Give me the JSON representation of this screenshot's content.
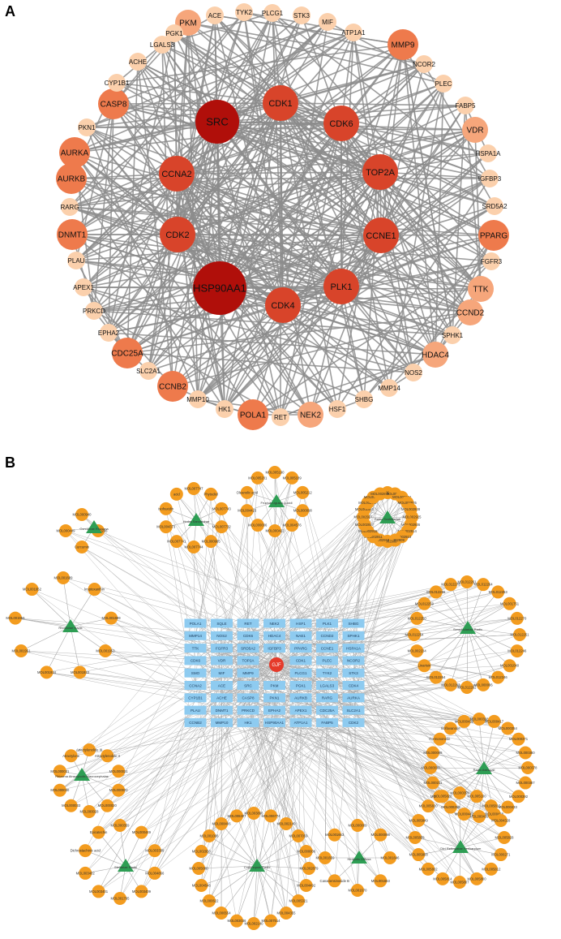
{
  "panel_a": {
    "label": "A",
    "colors": {
      "edge": "#8c8c8c",
      "dark": "#b00f0a",
      "mid_dark": "#d8442a",
      "mid": "#ee7a4c",
      "light": "#f6a67b",
      "pale": "#fbd0ac",
      "text": "#111111"
    },
    "nodes": [
      {
        "label": "HSP90AA1",
        "level": "dark"
      },
      {
        "label": "SRC",
        "level": "dark"
      },
      {
        "label": "CDK1",
        "level": "mid_dark"
      },
      {
        "label": "CDK6",
        "level": "mid_dark"
      },
      {
        "label": "CCNA2",
        "level": "mid_dark"
      },
      {
        "label": "TOP2A",
        "level": "mid_dark"
      },
      {
        "label": "CDK2",
        "level": "mid_dark"
      },
      {
        "label": "CCNE1",
        "level": "mid_dark"
      },
      {
        "label": "PLK1",
        "level": "mid_dark"
      },
      {
        "label": "CDK4",
        "level": "mid_dark"
      },
      {
        "label": "PKM",
        "level": "light"
      },
      {
        "label": "ACE",
        "level": "pale"
      },
      {
        "label": "TYK2",
        "level": "pale"
      },
      {
        "label": "PLCG1",
        "level": "pale"
      },
      {
        "label": "STK3",
        "level": "pale"
      },
      {
        "label": "MIF",
        "level": "pale"
      },
      {
        "label": "ATP1A1",
        "level": "pale"
      },
      {
        "label": "MMP9",
        "level": "mid"
      },
      {
        "label": "NCOR2",
        "level": "pale"
      },
      {
        "label": "PLEC",
        "level": "pale"
      },
      {
        "label": "FABP5",
        "level": "pale"
      },
      {
        "label": "VDR",
        "level": "light"
      },
      {
        "label": "HSPA1A",
        "level": "pale"
      },
      {
        "label": "IGFBP3",
        "level": "pale"
      },
      {
        "label": "SRD5A2",
        "level": "pale"
      },
      {
        "label": "PPARG",
        "level": "mid"
      },
      {
        "label": "FGFR3",
        "level": "pale"
      },
      {
        "label": "TTK",
        "level": "light"
      },
      {
        "label": "CCND2",
        "level": "light"
      },
      {
        "label": "SPHK1",
        "level": "pale"
      },
      {
        "label": "HDAC4",
        "level": "light"
      },
      {
        "label": "NOS2",
        "level": "pale"
      },
      {
        "label": "MMP14",
        "level": "pale"
      },
      {
        "label": "SHBG",
        "level": "pale"
      },
      {
        "label": "HSF1",
        "level": "pale"
      },
      {
        "label": "NEK2",
        "level": "light"
      },
      {
        "label": "RET",
        "level": "pale"
      },
      {
        "label": "POLA1",
        "level": "mid"
      },
      {
        "label": "HK1",
        "level": "pale"
      },
      {
        "label": "MMP10",
        "level": "pale"
      },
      {
        "label": "CCNB2",
        "level": "mid"
      },
      {
        "label": "SLC2A1",
        "level": "pale"
      },
      {
        "label": "CDC25A",
        "level": "mid"
      },
      {
        "label": "EPHA2",
        "level": "pale"
      },
      {
        "label": "PRKCD",
        "level": "pale"
      },
      {
        "label": "APEX1",
        "level": "pale"
      },
      {
        "label": "PLAU",
        "level": "pale"
      },
      {
        "label": "DNMT1",
        "level": "mid"
      },
      {
        "label": "RARG",
        "level": "pale"
      },
      {
        "label": "AURKB",
        "level": "mid"
      },
      {
        "label": "AURKA",
        "level": "mid"
      },
      {
        "label": "PKN1",
        "level": "pale"
      },
      {
        "label": "CASP8",
        "level": "mid"
      },
      {
        "label": "CYP1B1",
        "level": "pale"
      },
      {
        "label": "ACHE",
        "level": "pale"
      },
      {
        "label": "LGALS3",
        "level": "pale"
      },
      {
        "label": "PGK1",
        "level": "pale"
      }
    ]
  },
  "panel_b": {
    "label": "B",
    "colors": {
      "edge": "#a8a8a8",
      "compound": "#f39c1f",
      "herb": "#2e9e54",
      "target": "#8ecbf0",
      "target_text": "#1a3a5a",
      "center": "#e53a2a",
      "text": "#333333"
    },
    "center_label": "GJF",
    "targets": [
      [
        "POLA1",
        "SQLE",
        "RET",
        "NEK2",
        "HSF1",
        "PLK1",
        "SHBG"
      ],
      [
        "MMP14",
        "NOS2",
        "CDK6",
        "HDAC4",
        "NAE1",
        "CCND2",
        "SPHK1"
      ],
      [
        "TTK",
        "FGFR3",
        "SRD5A2",
        "IGFBP3",
        "PPARG",
        "CCNE1",
        "HSPA1A"
      ],
      [
        "CDK6",
        "VDR",
        "TOP2A",
        "",
        "CDK1",
        "PLEC",
        "NCOR2"
      ],
      [
        "SMO",
        "MIF",
        "MMP9",
        "",
        "PLCG1",
        "TYK2",
        "STK3"
      ],
      [
        "CCNA2",
        "ACE",
        "SRC",
        "PKM",
        "PGK1",
        "LGALS3",
        "CDK4"
      ],
      [
        "CYP1B1",
        "ACHE",
        "CASP8",
        "PKN1",
        "AURKB",
        "RARG",
        "AURKA"
      ],
      [
        "PLAU",
        "DNMT1",
        "PRKCD",
        "EPHA2",
        "APEX1",
        "CDC25A",
        "SLC2A1"
      ],
      [
        "CCNB2",
        "MMP10",
        "HK1",
        "HSP90AA1",
        "ATP1A1",
        "FABP5",
        "CDK2"
      ]
    ],
    "herbs": [
      {
        "name": "Curcumae Rhizoma",
        "compounds": [
          "MOL000940",
          "MOL000296",
          "Curcumin",
          "MOL000449"
        ]
      },
      {
        "name": "Herba Sarcandrae",
        "compounds": [
          "MOL007747",
          "Phytodiol",
          "MOL007743",
          "MOL007732",
          "MOL000985",
          "MOL007744",
          "MOL007741",
          "MOL004373",
          "isofraxidin",
          "acid"
        ]
      },
      {
        "name": "Fructus Ligustri Lucidi",
        "compounds": [
          "MOL005190",
          "MOL005189",
          "MOL005212",
          "MOL000098",
          "MOL004576",
          "MOL000422",
          "MOL000006",
          "MOL004425",
          "Oleanolic acid",
          "MOL005201"
        ]
      },
      {
        "name": "Radix Scutellariae",
        "compounds": [
          "MOL001689",
          "MOL002932",
          "MOL002934",
          "MOL002935",
          "MOL002928",
          "MOL002925",
          "MOL002926",
          "MOL002914",
          "MOL002913",
          "MOL002909",
          "MOL002908",
          "MOL002910",
          "MOL002911",
          "MOL002915",
          "MOL002917",
          "MOL002927",
          "MOL002933",
          "MOL002937",
          "MOL001490",
          "MOL002879"
        ]
      },
      {
        "name": "Rhodiolae Radix",
        "compounds": [
          "MOL001689",
          "kryptoxanthin",
          "MOL001699",
          "MOL001953",
          "MOL001933",
          "MOL001934",
          "MOL001951",
          "MOL001955",
          "MOL001952"
        ]
      },
      {
        "name": "Scrophulariae Radix",
        "compounds": [
          "MOL012261",
          "MOL012264",
          "MOL012253",
          "MOL001751",
          "MOL012270",
          "MOL012251",
          "MOL012246",
          "MOL001040",
          "MOL012246",
          "MOL000006",
          "MOL012282",
          "MOL012263",
          "MOL012264",
          "Linarisin",
          "MOL002234",
          "MOL012254",
          "MOL012250",
          "MOL012259",
          "MOL012286",
          "MOL012273"
        ]
      },
      {
        "name": "Rhizoma Atractylodis Macrocephalae",
        "compounds": [
          "Atractylenolide III",
          "Atractylenolide II",
          "MOL000021",
          "MOL000022",
          "MOL000020",
          "MOL000028",
          "MOL000033",
          "MOL000030",
          "MOL000031",
          "Atractylone"
        ]
      },
      {
        "name": "Radix Astragali",
        "compounds": [
          "MOL000398",
          "MOL000417",
          "MOL000354",
          "MOL000371",
          "MOL000380",
          "MOL000378",
          "MOL000387",
          "MOL000392",
          "MOL000433",
          "MOL000438",
          "MOL000439",
          "MOL000442",
          "MOL000296",
          "MOL000239",
          "MOL000211",
          "MOL000033",
          "MOL000098",
          "Formononetin",
          "Isoflavanone",
          "MOL000439"
        ]
      },
      {
        "name": "Stellariae Radix",
        "compounds": [
          "MOL000359",
          "MOL000449",
          "MOL003398",
          "MOL004866",
          "MOL003409",
          "MOL001795",
          "MOL003401",
          "MOL003402",
          "Dichrostachinic acid",
          "Epicatechin"
        ]
      },
      {
        "name": "Codonopsis Radix",
        "compounds": [
          "MOL003896",
          "MOL006774",
          "MOL002140",
          "MOL007059",
          "MOL000006",
          "MOL002879",
          "MOL004492",
          "MOL005321",
          "MOL004355",
          "MOL007514",
          "MOL002140",
          "MOL003036",
          "MOL006554",
          "MOL000622",
          "MOL004546",
          "MOL005000",
          "MOL002950",
          "MOL001006",
          "MOL008406",
          "MOL008407"
        ]
      },
      {
        "name": "Hedyotis Diffusa",
        "compounds": [
          "MOL000009",
          "MOL000098",
          "MOL001646",
          "MOL001663",
          "MOL001670",
          "Canariensinoside B",
          "MOL001659",
          "MOL001663"
        ]
      },
      {
        "name": "Citri Reticulatae Pericarpium",
        "compounds": [
          "MOL000359",
          "MOL005100",
          "MOL005815",
          "MOL004328",
          "MOL005828",
          "MOL000271",
          "MOL005812",
          "MOL005800",
          "MOL005807",
          "MOL005814",
          "MOL005802",
          "MOL005808",
          "MOL005809",
          "MOL005849",
          "MOL005820",
          "MOL005828"
        ]
      }
    ]
  }
}
